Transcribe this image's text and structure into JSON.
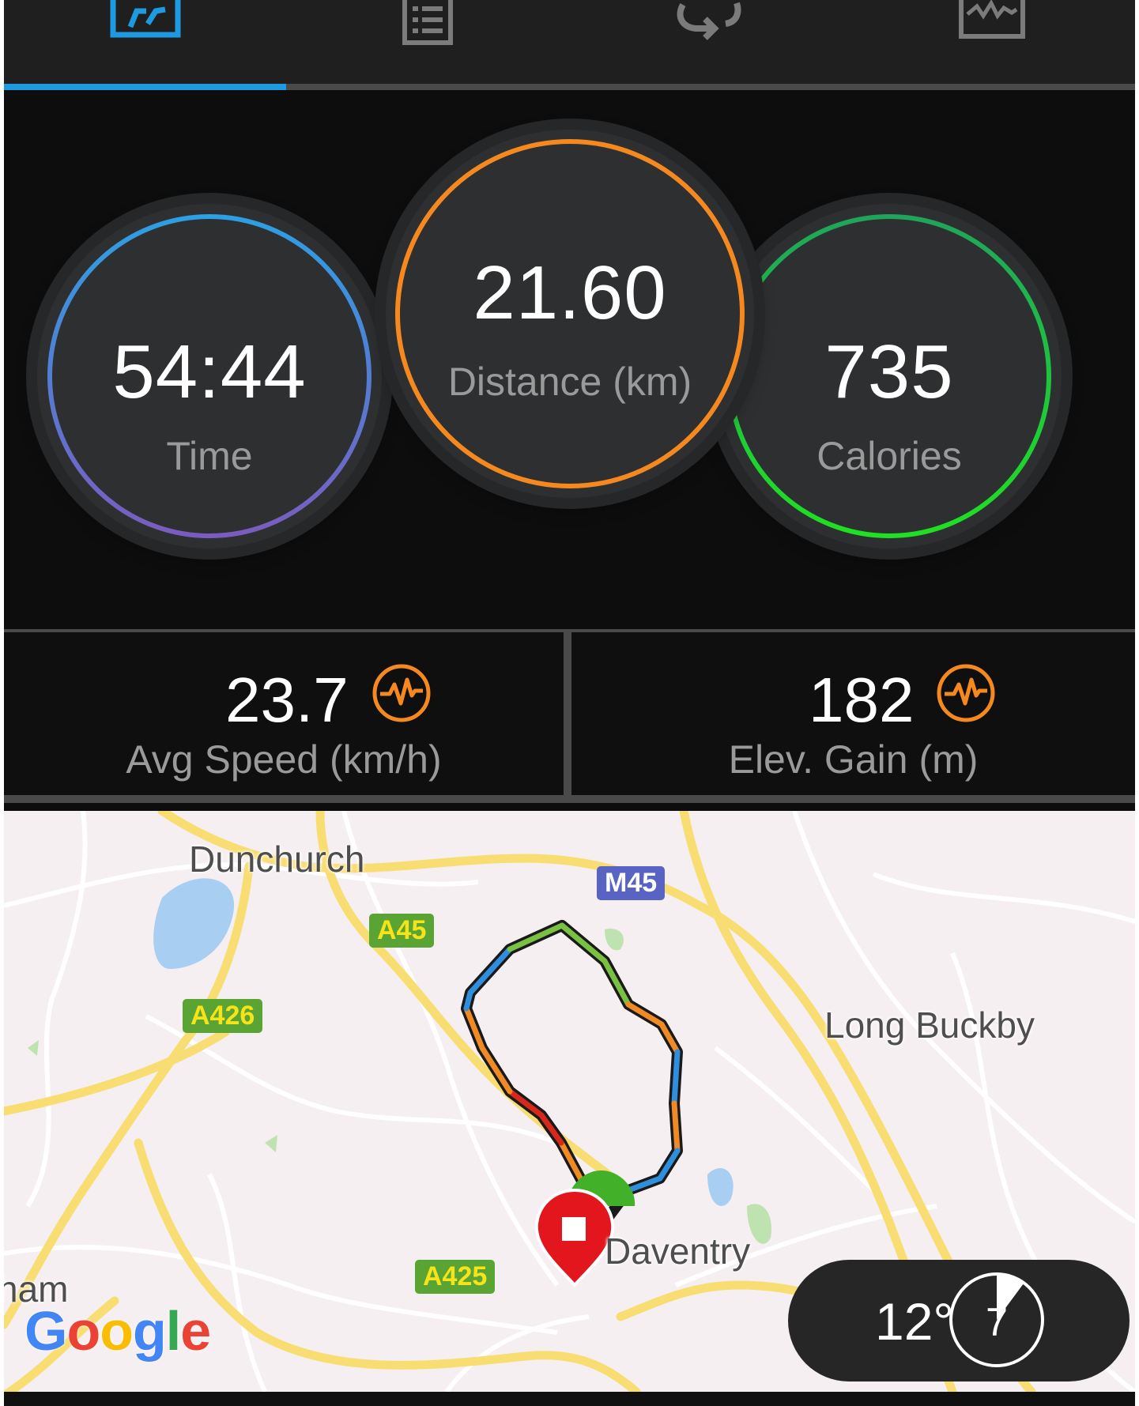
{
  "tabs": [
    {
      "name": "overview-icon",
      "active": true
    },
    {
      "name": "laps-list-icon",
      "active": false
    },
    {
      "name": "repeat-icon",
      "active": false
    },
    {
      "name": "chart-icon",
      "active": false
    }
  ],
  "summary": {
    "time": {
      "value": "54:44",
      "label": "Time"
    },
    "distance": {
      "value": "21.60",
      "label": "Distance (km)"
    },
    "calories": {
      "value": "735",
      "label": "Calories"
    }
  },
  "stats": {
    "avg_speed": {
      "value": "23.7",
      "label": "Avg Speed (km/h)",
      "icon": "activity-chart-icon"
    },
    "elev_gain": {
      "value": "182",
      "label": "Elev. Gain (m)",
      "icon": "activity-chart-icon"
    }
  },
  "map": {
    "places": {
      "dunchurch": "Dunchurch",
      "long_buckby": "Long Buckby",
      "daventry": "Daventry",
      "ham": "ham"
    },
    "roads": {
      "m45": "M45",
      "a45": "A45",
      "a426": "A426",
      "a425": "A425"
    },
    "attribution": "Google",
    "weather": {
      "temperature": "12°",
      "wind": "7"
    }
  },
  "colors": {
    "accent": "#1e9be0",
    "time_ring_start": "#2d9fe4",
    "time_ring_end": "#7a5cc0",
    "distance_ring": "#f5891f",
    "calories_ring": "#1fcf3a",
    "stat_icon": "#f5891f",
    "start_marker": "#43b02a",
    "end_marker": "#e3161e"
  }
}
